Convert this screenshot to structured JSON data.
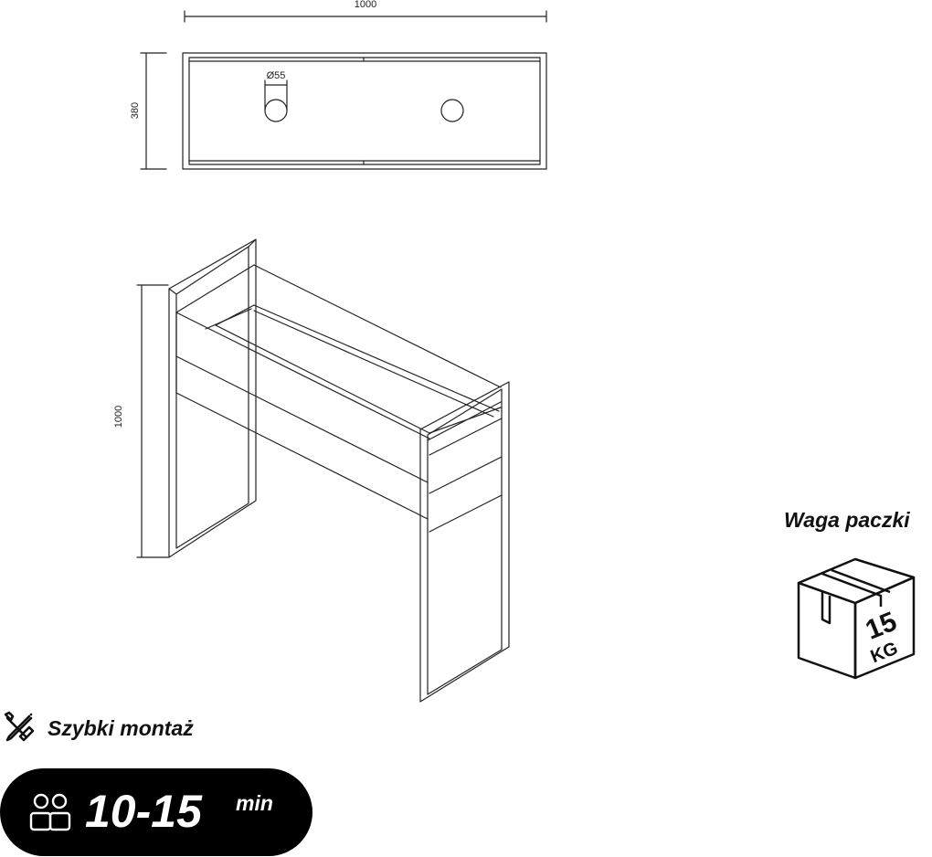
{
  "top_view": {
    "width_label": "1000",
    "depth_label": "380",
    "hole_label": "Ø55"
  },
  "front_view": {
    "height_label": "1000"
  },
  "weight": {
    "label": "Waga paczki",
    "value": "15",
    "unit": "KG"
  },
  "assembly": {
    "label": "Szybki montaż",
    "time_range": "10-15",
    "time_unit": "min"
  }
}
